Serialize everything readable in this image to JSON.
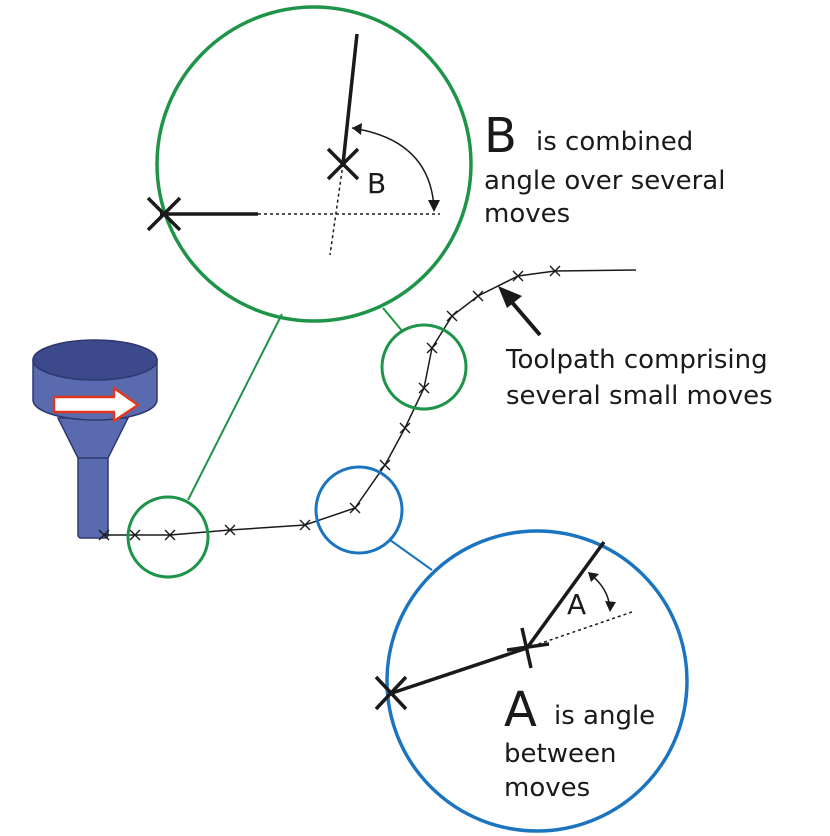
{
  "colors": {
    "green": "#1e9448",
    "blue": "#1b74c0",
    "tool_body": "#5a6aae",
    "tool_dark": "#3c4a8c",
    "arrow_fill": "#ffffff",
    "arrow_stroke": "#e0381c",
    "ink": "#1a1a1a"
  },
  "callout_b": {
    "letter": "B",
    "line1_suffix": "is combined",
    "line2": "angle over several",
    "line3": "moves",
    "angle_label": "B"
  },
  "callout_a": {
    "letter": "A",
    "line1_suffix": "is angle",
    "line2": "between",
    "line3": "moves",
    "angle_label": "A"
  },
  "toolpath_label": {
    "line1": "Toolpath comprising",
    "line2": "several small moves"
  },
  "icons": {
    "tool": "milling-tool-icon",
    "direction": "direction-arrow-icon"
  }
}
